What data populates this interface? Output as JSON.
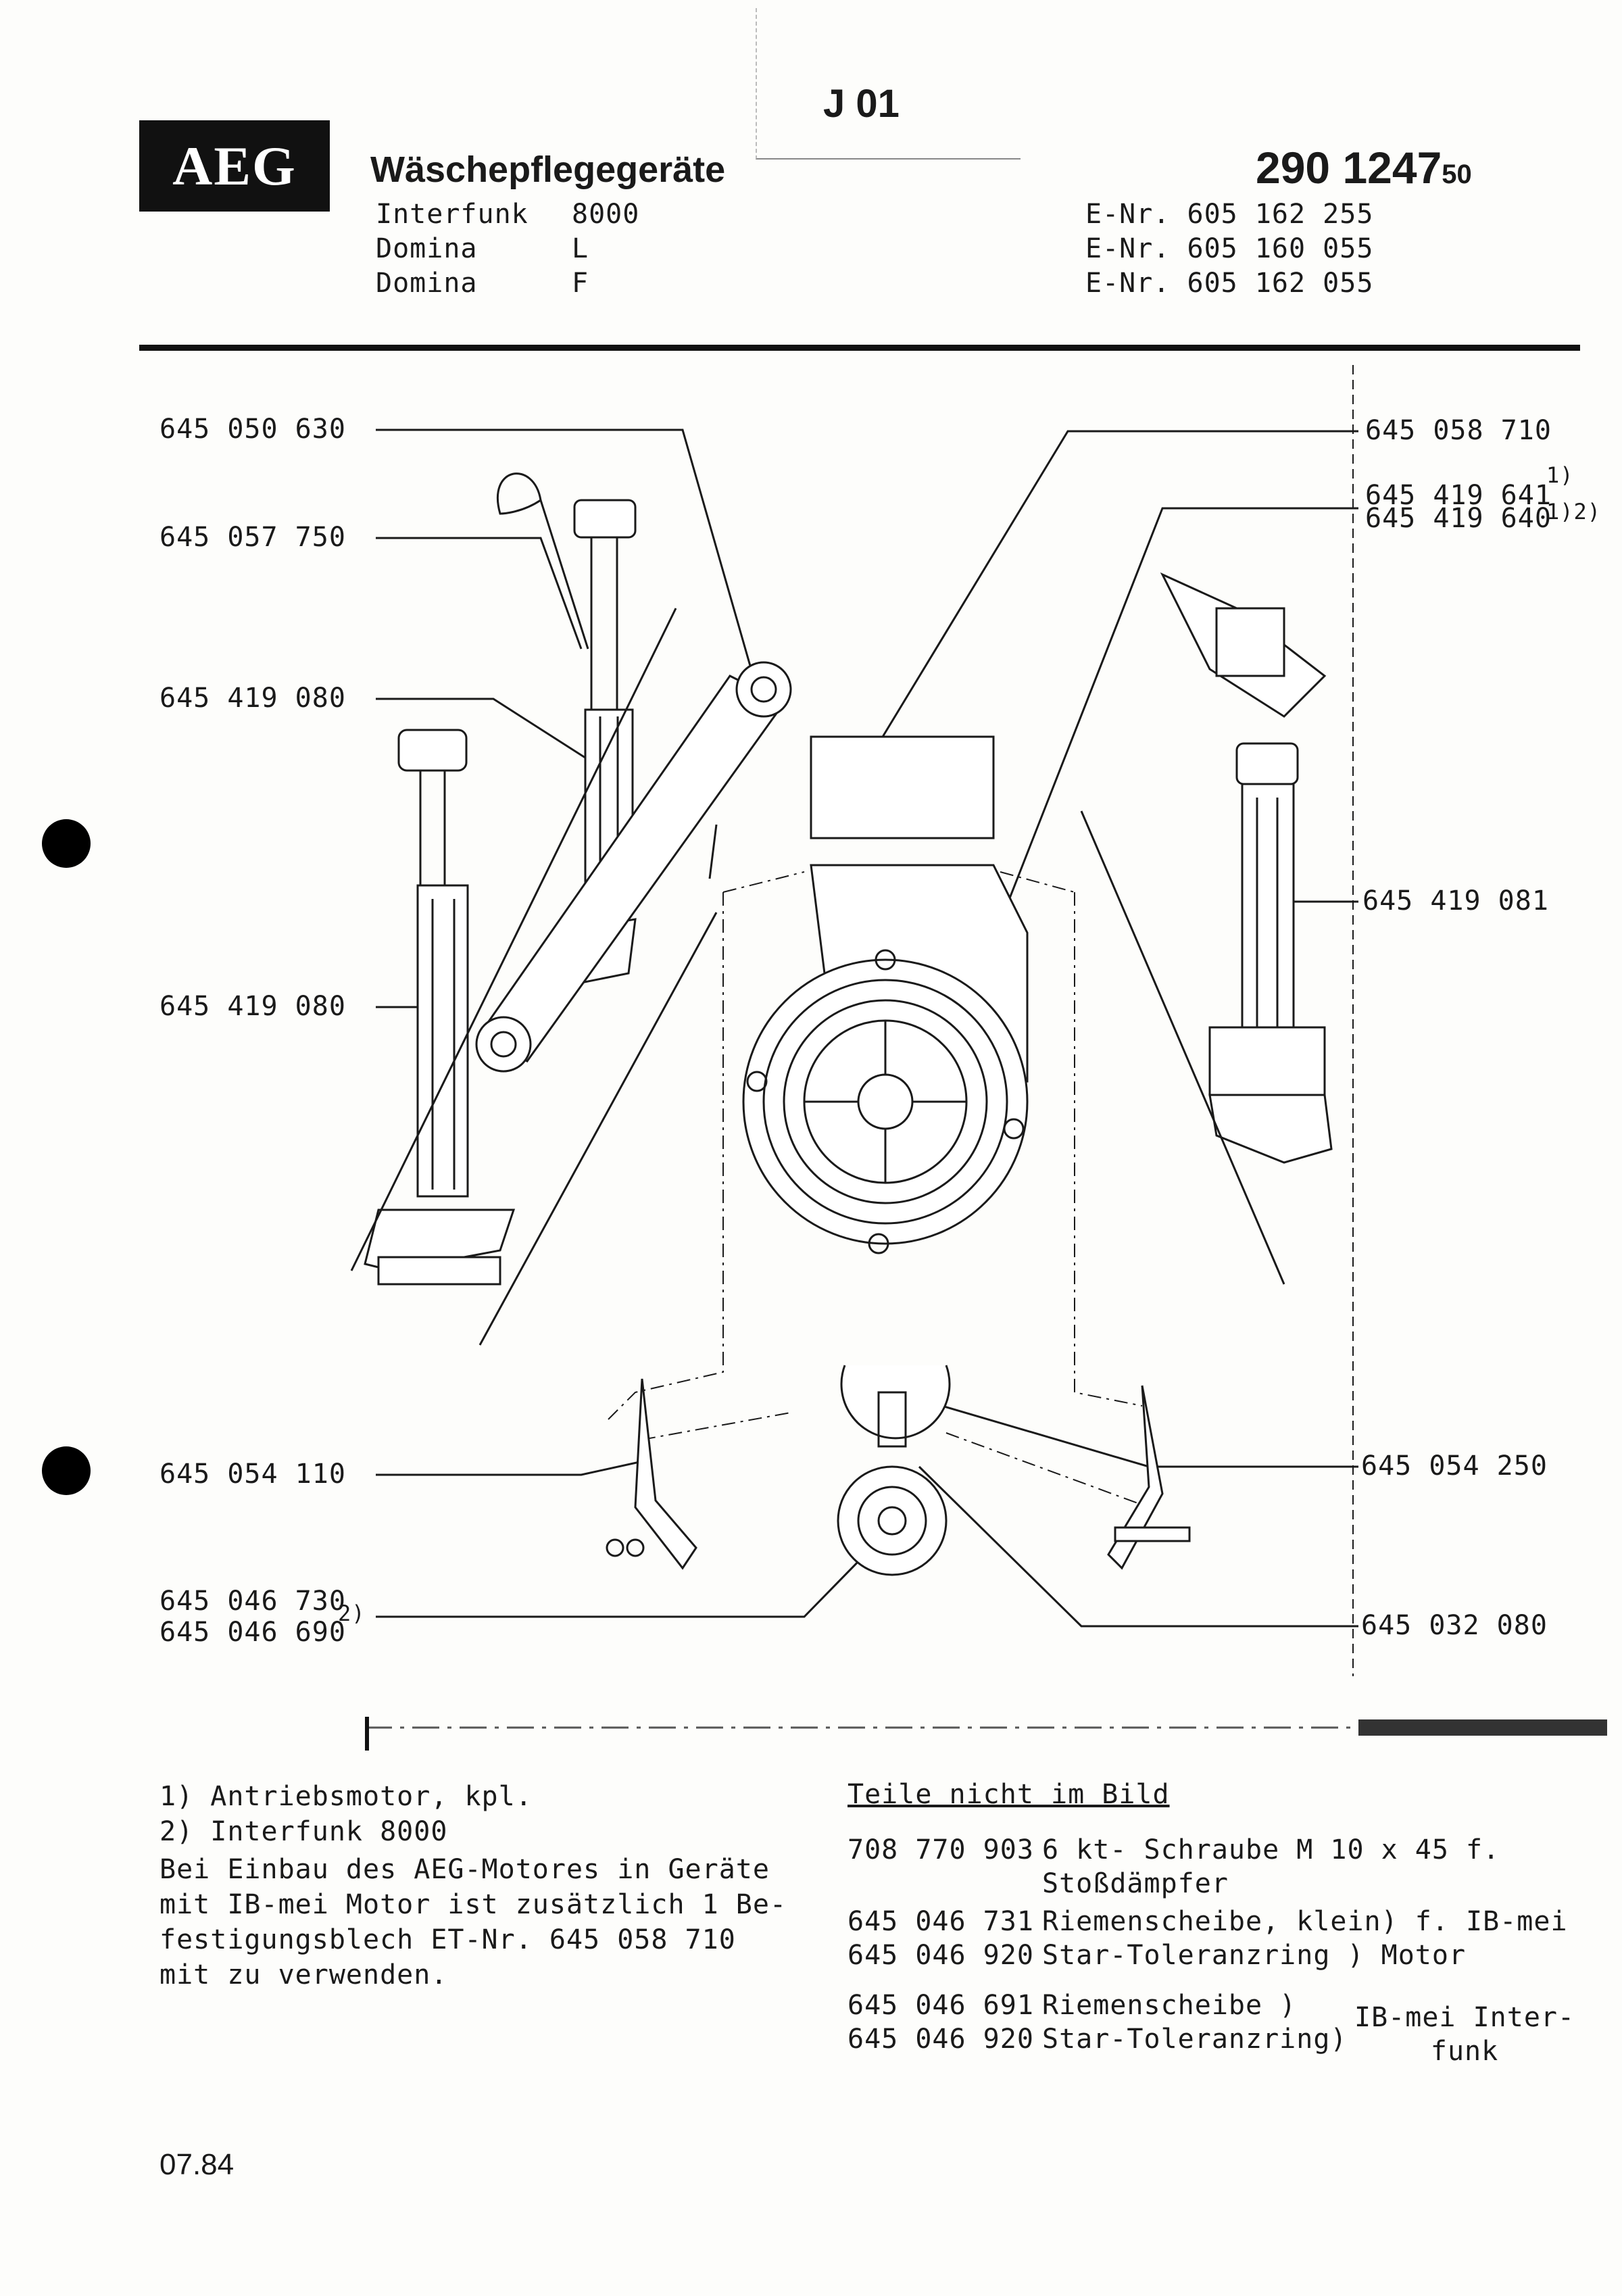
{
  "header": {
    "tab_label": "J 01",
    "logo": "AEG",
    "title": "Wäschepflegegeräte",
    "doc_number_main": "290 1247",
    "doc_number_suffix": "50",
    "models": [
      {
        "name": "Interfunk",
        "variant": "8000"
      },
      {
        "name": "Domina",
        "variant": "L"
      },
      {
        "name": "Domina",
        "variant": "F"
      }
    ],
    "e_numbers": [
      "E-Nr. 605 162 255",
      "E-Nr. 605 160 055",
      "E-Nr. 605 162 055"
    ]
  },
  "parts_left": [
    "645 050 630",
    "645 057 750",
    "645 419 080",
    "645 419 080",
    "645 054 110",
    "645 046 730",
    "645 046 690"
  ],
  "parts_right": [
    "645 058 710",
    "645 419 641",
    "645 419 640",
    "645 419 081",
    "645 054 250",
    "645 032 080"
  ],
  "footnote_marks": {
    "part_641": "1)",
    "part_640": "1)2)",
    "part_730_690": "2)"
  },
  "notes": [
    "1) Antriebsmotor, kpl.",
    "2) Interfunk 8000",
    "Bei Einbau des AEG-Motores in Geräte",
    "mit IB-mei Motor ist zusätzlich 1 Be-",
    "festigungsblech ET-Nr. 645 058 710",
    "mit zu verwenden."
  ],
  "teile_heading": "Teile nicht im Bild",
  "teile_rows": [
    {
      "pn": "708 770 903",
      "desc": "6 kt- Schraube M 10 x 45 f."
    },
    {
      "pn": "",
      "desc": "Stoßdämpfer"
    },
    {
      "pn": "645 046 731",
      "desc": "Riemenscheibe, klein) f. IB-mei"
    },
    {
      "pn": "645 046 920",
      "desc": "Star-Toleranzring    )   Motor"
    },
    {
      "pn": "645 046 691",
      "desc": "Riemenscheibe     )"
    },
    {
      "pn": "645 046 920",
      "desc": "Star-Toleranzring)"
    }
  ],
  "teile_group_note": [
    "IB-mei Inter-",
    "funk"
  ],
  "date": "07.84"
}
